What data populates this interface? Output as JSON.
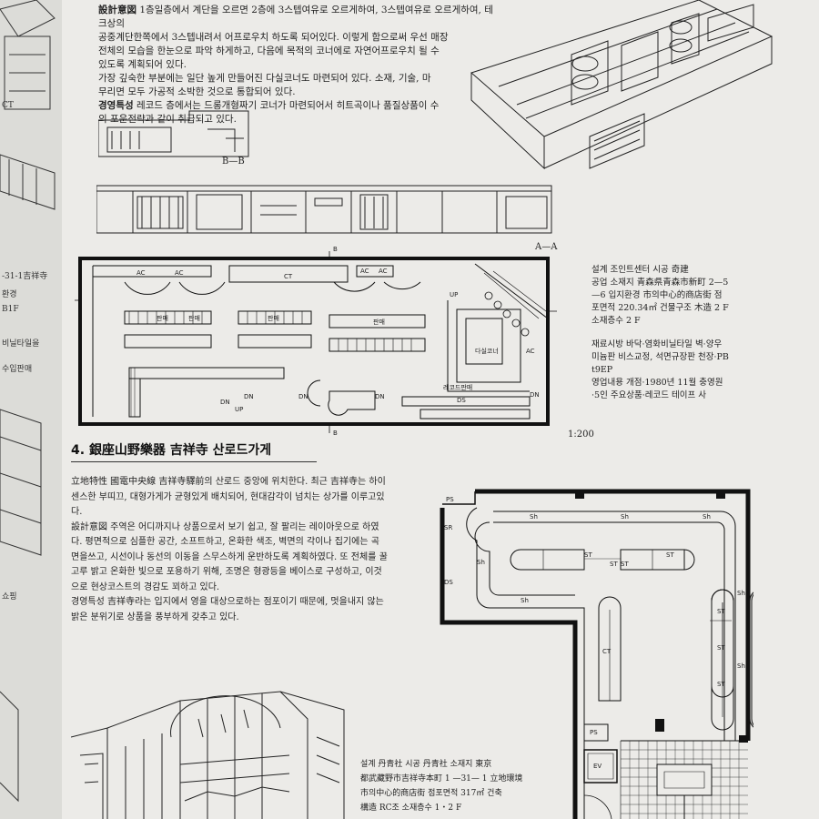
{
  "left_page": {
    "text_lines": [
      "CT",
      "-31-1吉祥寺",
      "환경",
      "B1F",
      "비닐타일을",
      "수입판매",
      "",
      "쇼핑"
    ]
  },
  "top_article": {
    "lines": [
      "1층일층에서 계단을 오르면 2층에 3스텝여유로 오르게하여,  3스텝여유로 오르게하여, 테크상의",
      "공중계단한쪽에서 3스텝내려서 어프로우치 하도록 되어있다. 이렇게 함으로써 우선 매장",
      "전체의 모습을 한눈으로 파악 하게하고, 다음에 목적의 코너에로 자연어프로우치 될 수",
      "있도록 계획되어 있다.",
      "가장 깊숙한 부분에는 일단 높게 만들어진 다실코너도 마련되어 있다. 소재, 기술, 마",
      "무리면 모두 가공적 소박한 것으로 통합되어 있다."
    ],
    "kyoeong_label": "경영특성",
    "kyoeong_lines": [
      "레코드 층에서는 드롱개형짜기 코너가 마련되어서 히트곡이나 품질상품이 수",
      "의 포운전략과 같이 취급되고 있다."
    ],
    "intent_label": "設計意図"
  },
  "drawings": {
    "section_bb": "B—B",
    "section_aa": "A—A",
    "plan_scale": "1:200",
    "plan_labels": [
      "AC",
      "AC",
      "CT",
      "AC",
      "AC",
      "UP",
      "판매",
      "판매",
      "판매",
      "판매",
      "DN",
      "DN",
      "DN",
      "DS",
      "레코드판매",
      "DN",
      "UP",
      "다실코너",
      "AC",
      "DN",
      "B",
      "B"
    ]
  },
  "top_credits": {
    "lines": [
      "설계  조인트센터     시공  奇建",
      "공업  소재지  青森県青森市新町 2—5",
      "—6  입지환경  市의中心的商店街  점",
      "포면적 220.34㎡  건물구조  木造 2 F",
      "소재층수  2 F"
    ],
    "material_lines": [
      "재료시방  바닥·염화비닐타일 벽·양우",
      "미늄판 비스교정, 석면규장판 천장·PB",
      "t9EP",
      "영업내용  개점·1980년 11월 충영원",
      "·5인 주요상품·레코드 테이프 사"
    ]
  },
  "article4": {
    "number": "4.",
    "title": "銀座山野樂器 吉祥寺 산로드가게",
    "paragraphs": [
      "立地特性  國電中央線 吉祥寺驛前의 산로드 중앙에 위치한다. 최근 吉祥寺는 하이",
      "센스한 부띠끄, 대형가게가 균형있게 배치되어, 현대감각이 넘치는 상가를 이루고있",
      "다.",
      "設計意図  주역은 어디까지나 상품으로서 보기 쉽고, 잘 팔리는 레이아웃으로 하였",
      "다. 평면적으로 심플한 공간, 소프트하고, 온화한 색조, 벽면의 각이나 집기에는 곡",
      "면을쓰고, 시선이나 동선의 이동을 스무스하게 운반하도록 계획하였다. 또 전체를 꿀",
      "고루 밝고 온화한 빛으로 포용하기 위해, 조명은 형광등을 베이스로 구성하고, 이것",
      "으로 현상코스트의 경감도 꾀하고 있다.",
      "경영특성  吉祥寺라는 입지에서 영을 대상으로하는 점포이기 때문에, 멋을내지 않는",
      "밝은 분위기로 상품을 풍부하게 갖추고 있다."
    ],
    "credits": [
      "설계  丹青社  시공  丹青社  소재지  東京",
      "都武藏野市吉祥寺本町 1 —31— 1  立地環境",
      "市의中心的商店街  점포면적  317㎡  건축",
      "構造  RC조  소재층수  1・2 F"
    ],
    "plan_labels": {
      "ps_top": "PS",
      "sr": "SR",
      "ds": "DS",
      "sh": "Sh",
      "st": "ST",
      "ct": "CT",
      "ps_bottom": "PS",
      "ev": "EV"
    }
  }
}
